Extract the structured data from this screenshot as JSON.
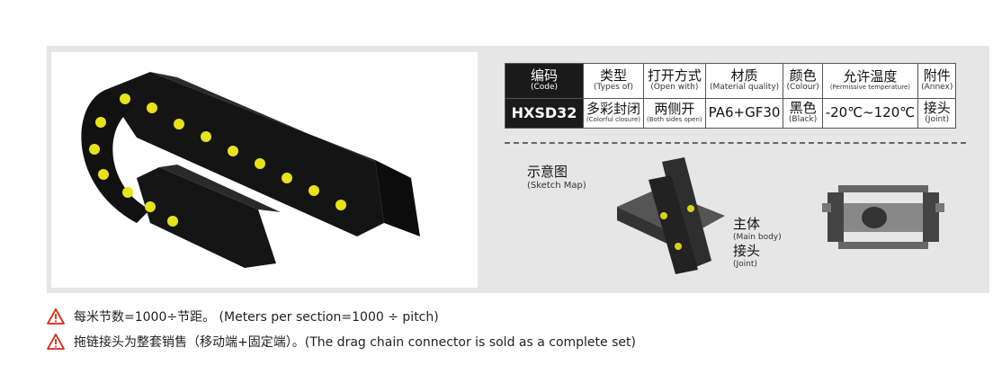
{
  "table": {
    "headers": [
      {
        "zh": "编码",
        "en": "(Code)"
      },
      {
        "zh": "类型",
        "en": "(Types of)"
      },
      {
        "zh": "打开方式",
        "en": "(Open with)"
      },
      {
        "zh": "材质",
        "en": "(Material quality)"
      },
      {
        "zh": "颜色",
        "en": "(Colour)"
      },
      {
        "zh": "允许温度",
        "en": "(Permissive temperature)"
      },
      {
        "zh": "附件",
        "en": "(Annex)"
      }
    ],
    "values": {
      "code": "HXSD32",
      "type": {
        "zh": "多彩封闭",
        "en": "(Colorful closure)"
      },
      "open_with": {
        "zh": "两侧开",
        "en": "(Both sides open)"
      },
      "material": "PA6+GF30",
      "colour": {
        "zh": "黑色",
        "en": "(Black)"
      },
      "temperature": "-20℃~120℃",
      "annex": {
        "zh": "接头",
        "en": "(Joint)"
      }
    }
  },
  "sketch": {
    "title_zh": "示意图",
    "title_en": "(Sketch Map)",
    "main_body_zh": "主体",
    "main_body_en": "(Main body)",
    "joint_zh": "接头",
    "joint_en": "(Joint)"
  },
  "notes": [
    "每米节数=1000÷节距。 (Meters per section=1000 ÷ pitch)",
    "拖链接头为整套销售（移动端+固定端）。(The drag chain connector is sold as a complete set)"
  ],
  "colors": {
    "panel": "#e6e6e6",
    "chain": "#1c1c1c",
    "dots": "#e8e21a",
    "warning": "#d9281c",
    "code_cell": "#1a1a1a"
  },
  "icons": [
    "warning-triangle-icon"
  ]
}
